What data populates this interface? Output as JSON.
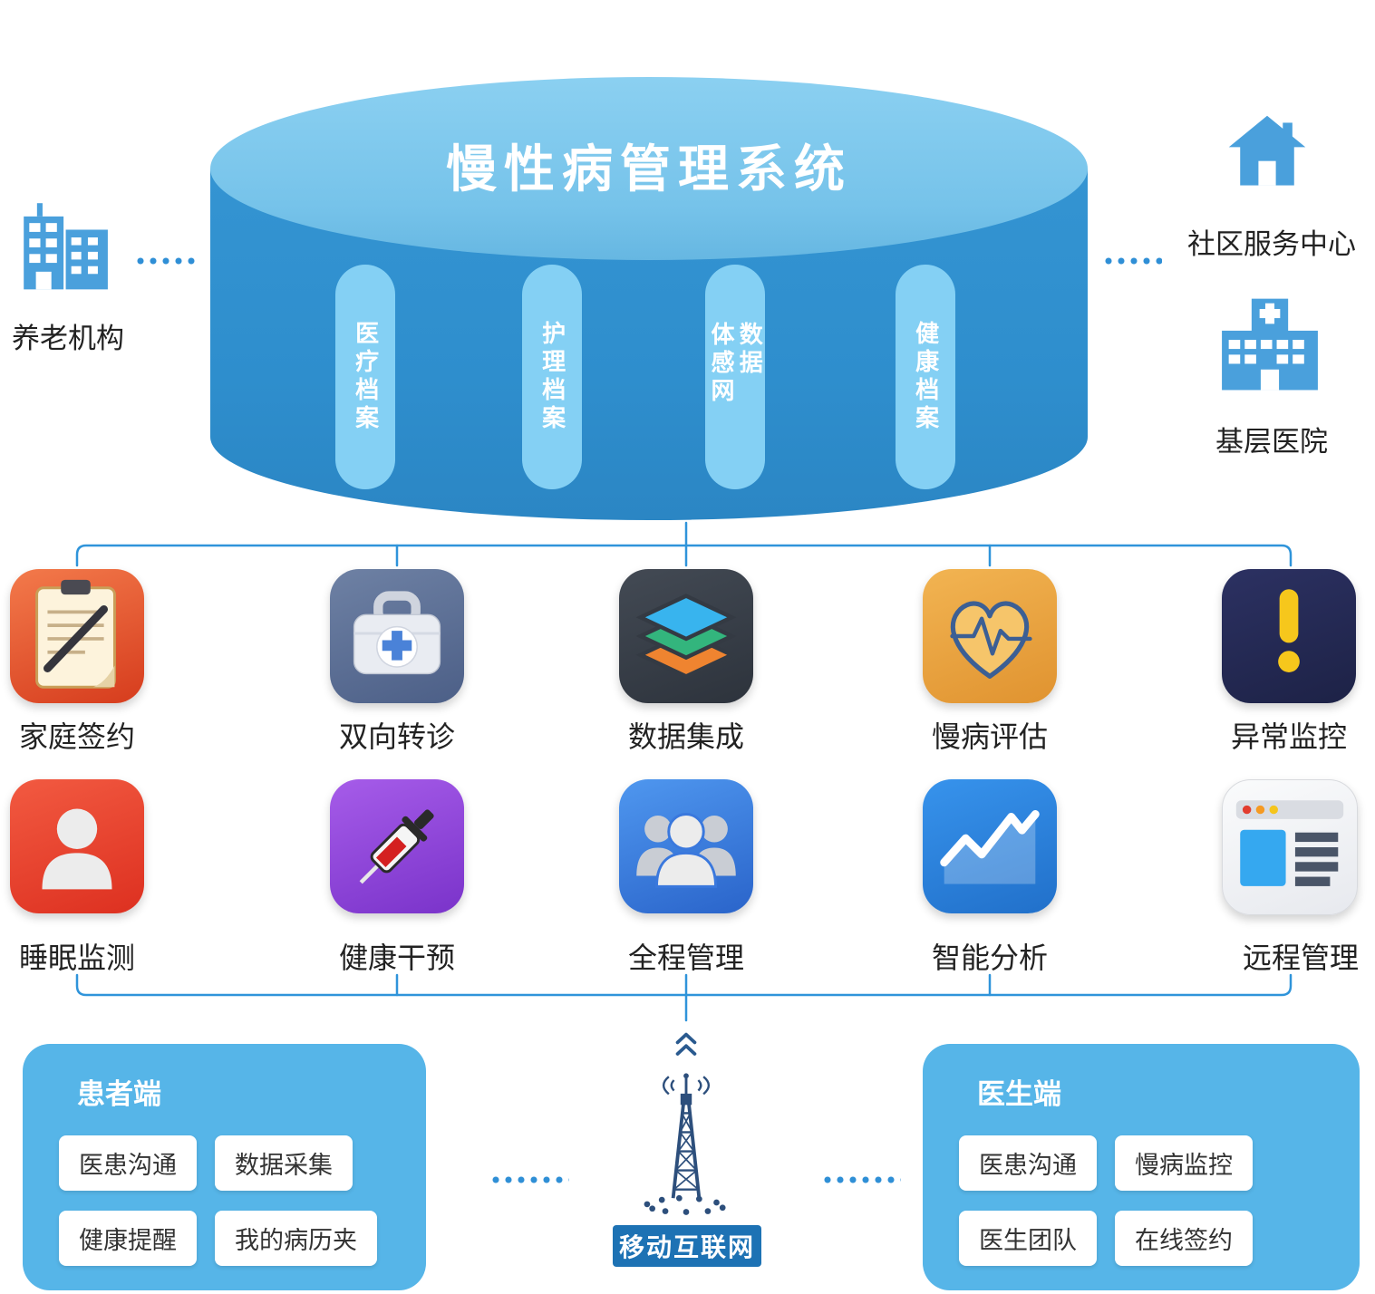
{
  "diagram_title": "慢性病管理系统",
  "cylinder": {
    "pills": [
      "医疗档案",
      "护理档案",
      "体感网数据",
      "健康档案"
    ]
  },
  "external_nodes": {
    "left": {
      "label": "养老机构",
      "icon": "buildings-icon"
    },
    "top_right": {
      "label": "社区服务中心",
      "icon": "house-icon"
    },
    "bottom_right": {
      "label": "基层医院",
      "icon": "hospital-icon"
    }
  },
  "modules": {
    "row1": [
      {
        "label": "家庭签约",
        "icon": "clipboard-pen-icon"
      },
      {
        "label": "双向转诊",
        "icon": "medical-kit-icon"
      },
      {
        "label": "数据集成",
        "icon": "layers-icon"
      },
      {
        "label": "慢病评估",
        "icon": "heart-ecg-icon"
      },
      {
        "label": "异常监控",
        "icon": "exclamation-icon"
      }
    ],
    "row2": [
      {
        "label": "睡眠监测",
        "icon": "person-icon"
      },
      {
        "label": "健康干预",
        "icon": "syringe-icon"
      },
      {
        "label": "全程管理",
        "icon": "people-group-icon"
      },
      {
        "label": "智能分析",
        "icon": "line-chart-icon"
      },
      {
        "label": "远程管理",
        "icon": "browser-window-icon"
      }
    ]
  },
  "patient_panel": {
    "title": "患者端",
    "buttons": [
      "医患沟通",
      "数据采集",
      "健康提醒",
      "我的病历夹"
    ]
  },
  "doctor_panel": {
    "title": "医生端",
    "buttons": [
      "医患沟通",
      "慢病监控",
      "医生团队",
      "在线签约"
    ]
  },
  "network": {
    "label": "移动互联网",
    "icon": "signal-tower-icon"
  },
  "colors": {
    "cylinder_top": "#7cc6ec",
    "cylinder_body": "#2e8ecd",
    "pill": "#84d0f4",
    "connector": "#2f94da",
    "panel": "#56b5e8",
    "network_label_bg": "#1d72b4",
    "node_icon": "#4aa0dc"
  }
}
